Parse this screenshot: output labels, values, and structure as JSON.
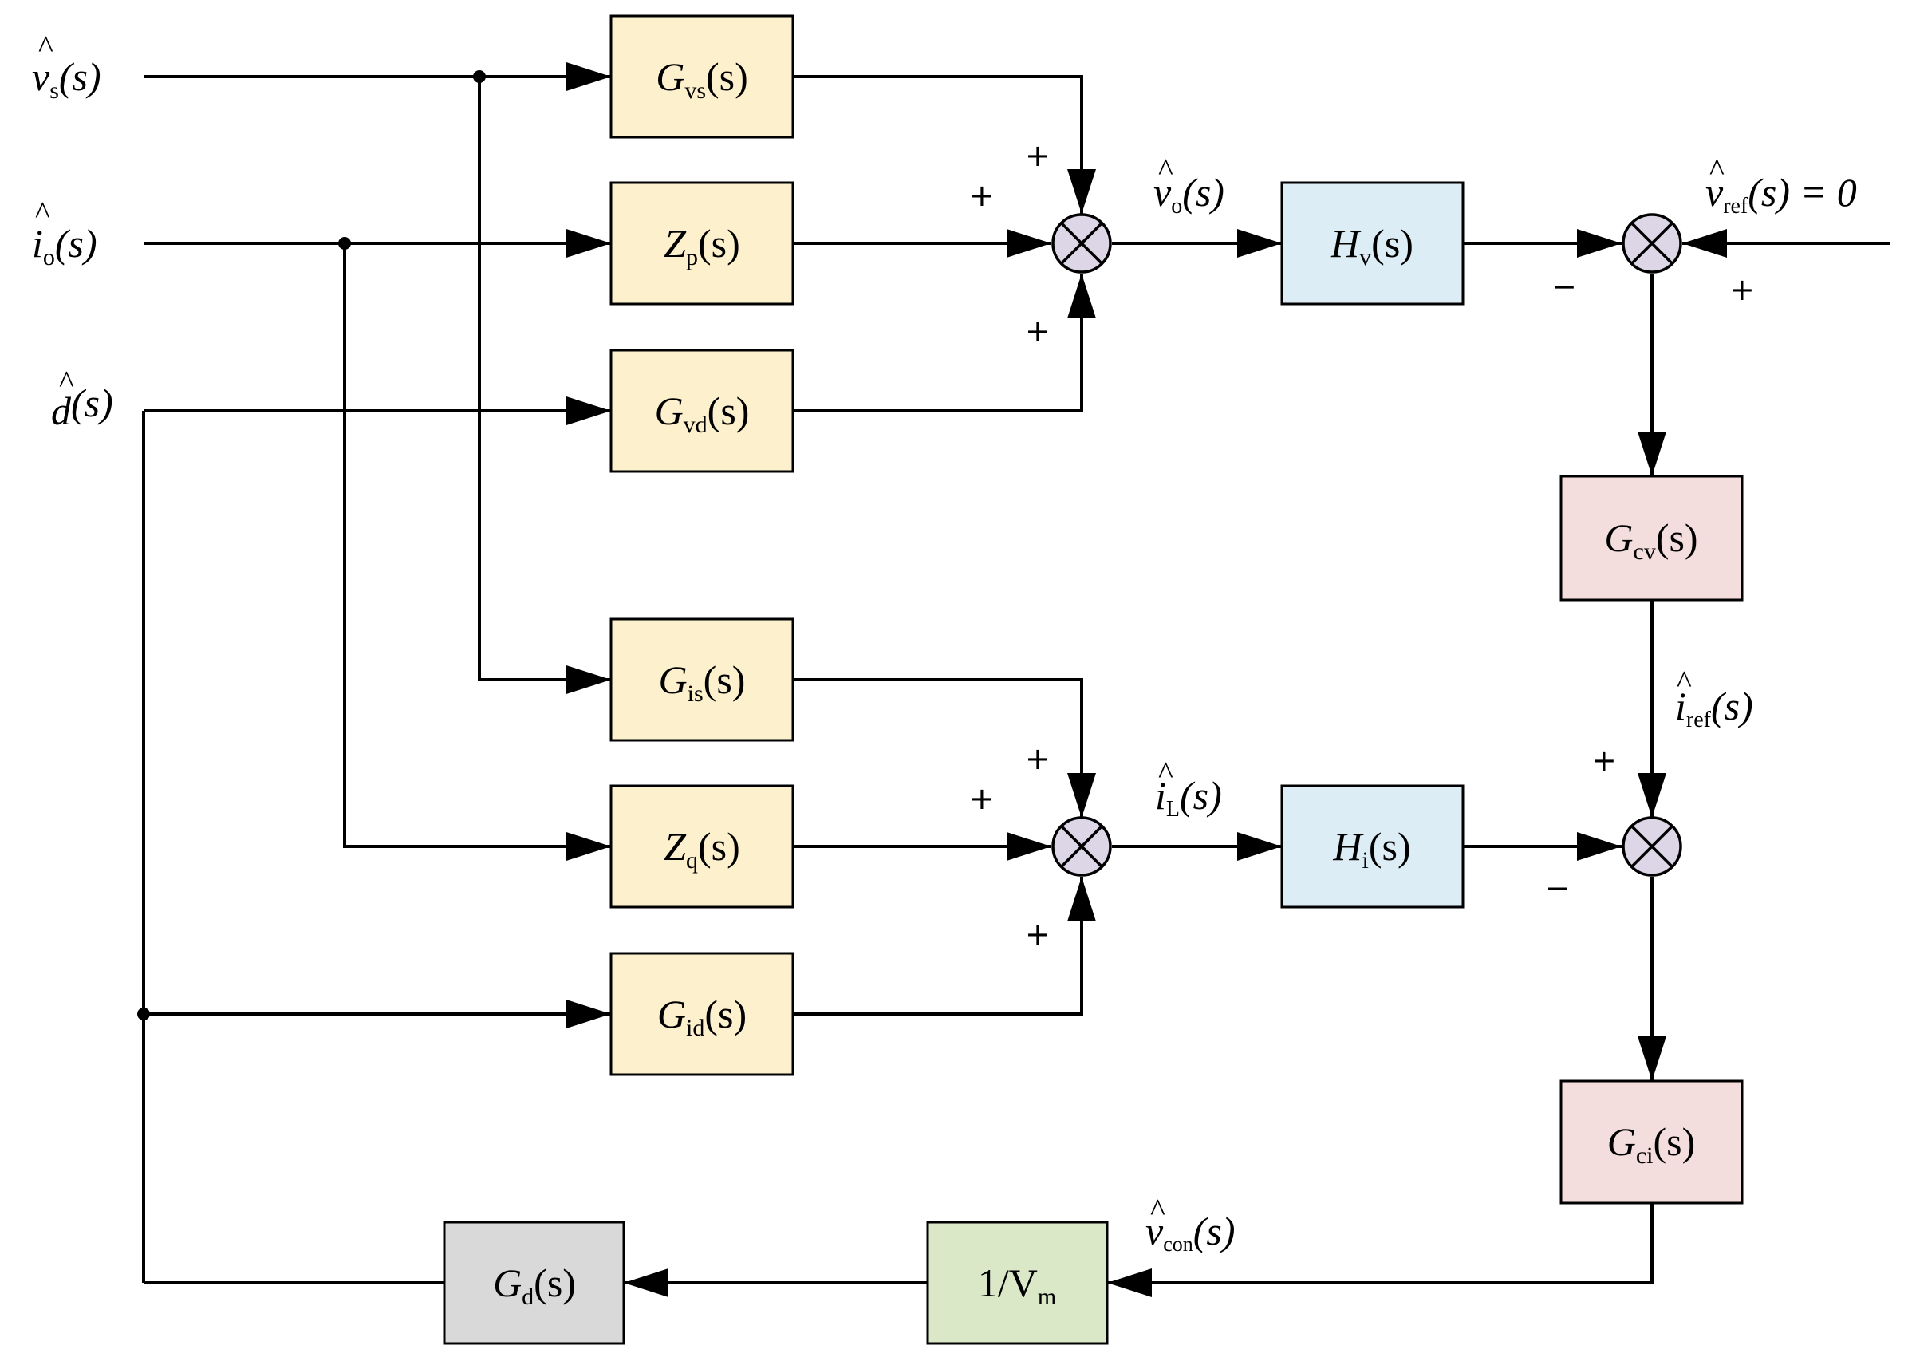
{
  "blocks": {
    "gvs": {
      "main": "G",
      "sub": "vs",
      "arg": "(s)"
    },
    "zp": {
      "main": "Z",
      "sub": "p",
      "arg": "(s)"
    },
    "gvd": {
      "main": "G",
      "sub": "vd",
      "arg": "(s)"
    },
    "hv": {
      "main": "H",
      "sub": "v",
      "arg": "(s)"
    },
    "gcv": {
      "main": "G",
      "sub": "cv",
      "arg": "(s)"
    },
    "gis": {
      "main": "G",
      "sub": "is",
      "arg": "(s)"
    },
    "zq": {
      "main": "Z",
      "sub": "q",
      "arg": "(s)"
    },
    "gid": {
      "main": "G",
      "sub": "id",
      "arg": "(s)"
    },
    "hi": {
      "main": "H",
      "sub": "i",
      "arg": "(s)"
    },
    "gci": {
      "main": "G",
      "sub": "ci",
      "arg": "(s)"
    },
    "vm": {
      "main": "1/V",
      "sub": "m",
      "arg": ""
    },
    "gd": {
      "main": "G",
      "sub": "d",
      "arg": "(s)"
    }
  },
  "signals": {
    "vs": {
      "main": "v",
      "sub": "s",
      "arg": "(s)"
    },
    "io": {
      "main": "i",
      "sub": "o",
      "arg": "(s)"
    },
    "d": {
      "main": "d",
      "sub": "",
      "arg": "(s)"
    },
    "vo": {
      "main": "v",
      "sub": "o",
      "arg": "(s)"
    },
    "vref": {
      "main": "v",
      "sub": "ref",
      "arg": "(s) = 0"
    },
    "iref": {
      "main": "i",
      "sub": "ref",
      "arg": "(s)"
    },
    "il": {
      "main": "i",
      "sub": "L",
      "arg": "(s)"
    },
    "vcon": {
      "main": "v",
      "sub": "con",
      "arg": "(s)"
    }
  },
  "signs": {
    "plus": "+",
    "minus": "−"
  },
  "colors": {
    "plant_block": "#fdf0cc",
    "sensor_block": "#dcedf6",
    "controller_block": "#f3dedd",
    "modulator_block": "#dbe8c8",
    "delay_block": "#d9d9d9",
    "summing_junction": "#dcd6e6",
    "line": "#000000"
  }
}
